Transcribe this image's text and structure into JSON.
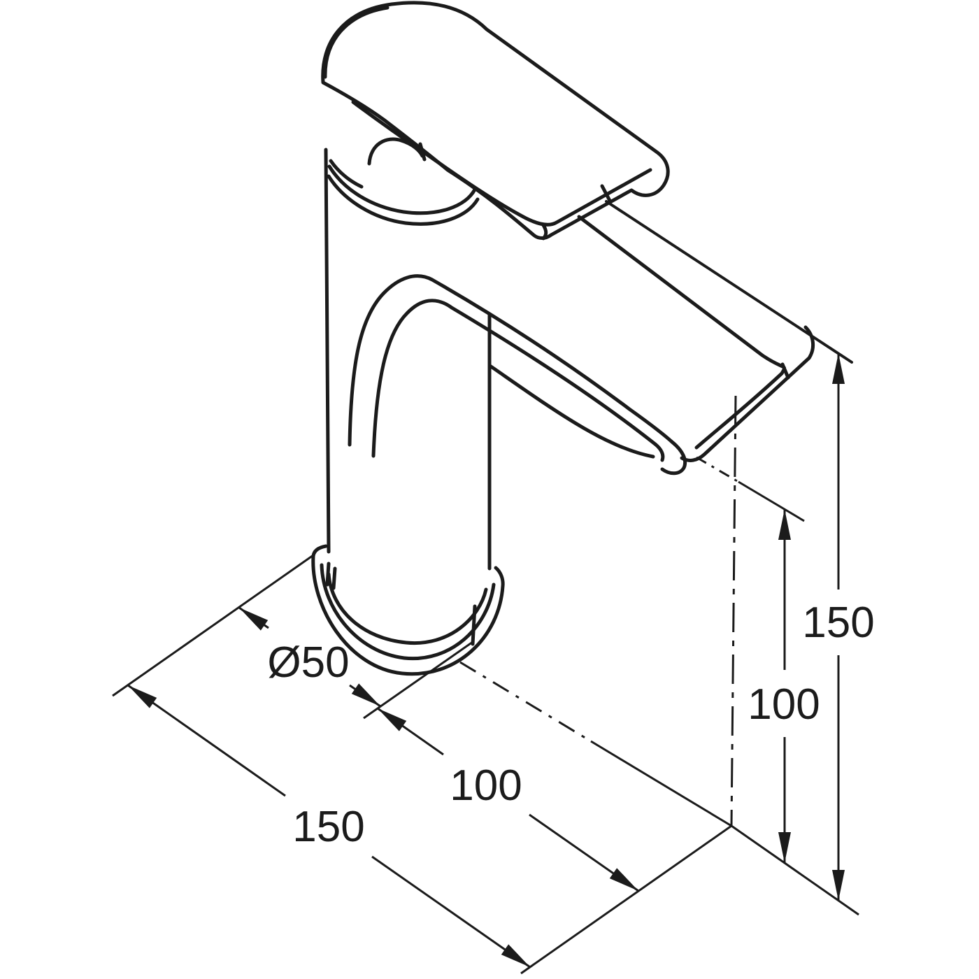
{
  "diagram": {
    "kind": "isometric technical dimension drawing",
    "subject": "single-lever basin mixer tap",
    "background_color": "#ffffff",
    "line_color": "#1b1b1b",
    "dimension_labels": {
      "base_diameter": "Ø50",
      "bottom_projection": "100",
      "bottom_depth": "150",
      "right_height_lower": "100",
      "right_height_total": "150"
    }
  }
}
